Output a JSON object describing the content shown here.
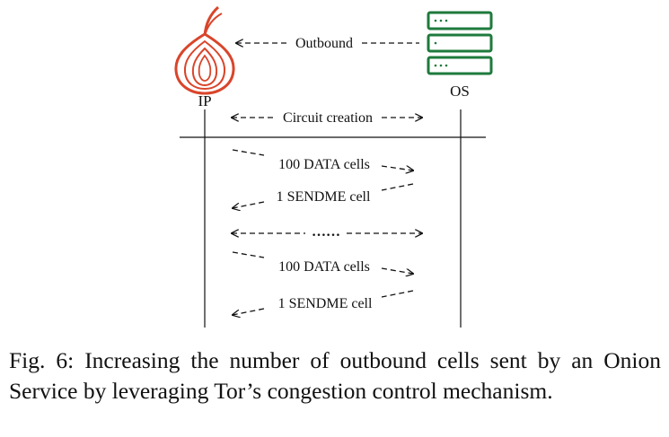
{
  "diagram": {
    "nodes": {
      "ip": {
        "label": "IP",
        "icon": "tor-onion-icon",
        "color": "#d9452b"
      },
      "os": {
        "label": "OS",
        "icon": "server-stack-icon",
        "color": "#1e7a3c"
      }
    },
    "messages": {
      "outbound": "Outbound",
      "circuit_creation": "Circuit creation",
      "data_cells_1": "100 DATA cells",
      "sendme_1": "1 SENDME cell",
      "ellipsis": "……",
      "data_cells_2": "100 DATA cells",
      "sendme_2": "1 SENDME cell"
    }
  },
  "caption": "Fig. 6: Increasing the number of outbound cells sent by an Onion Service by leveraging Tor’s congestion control mechanism."
}
